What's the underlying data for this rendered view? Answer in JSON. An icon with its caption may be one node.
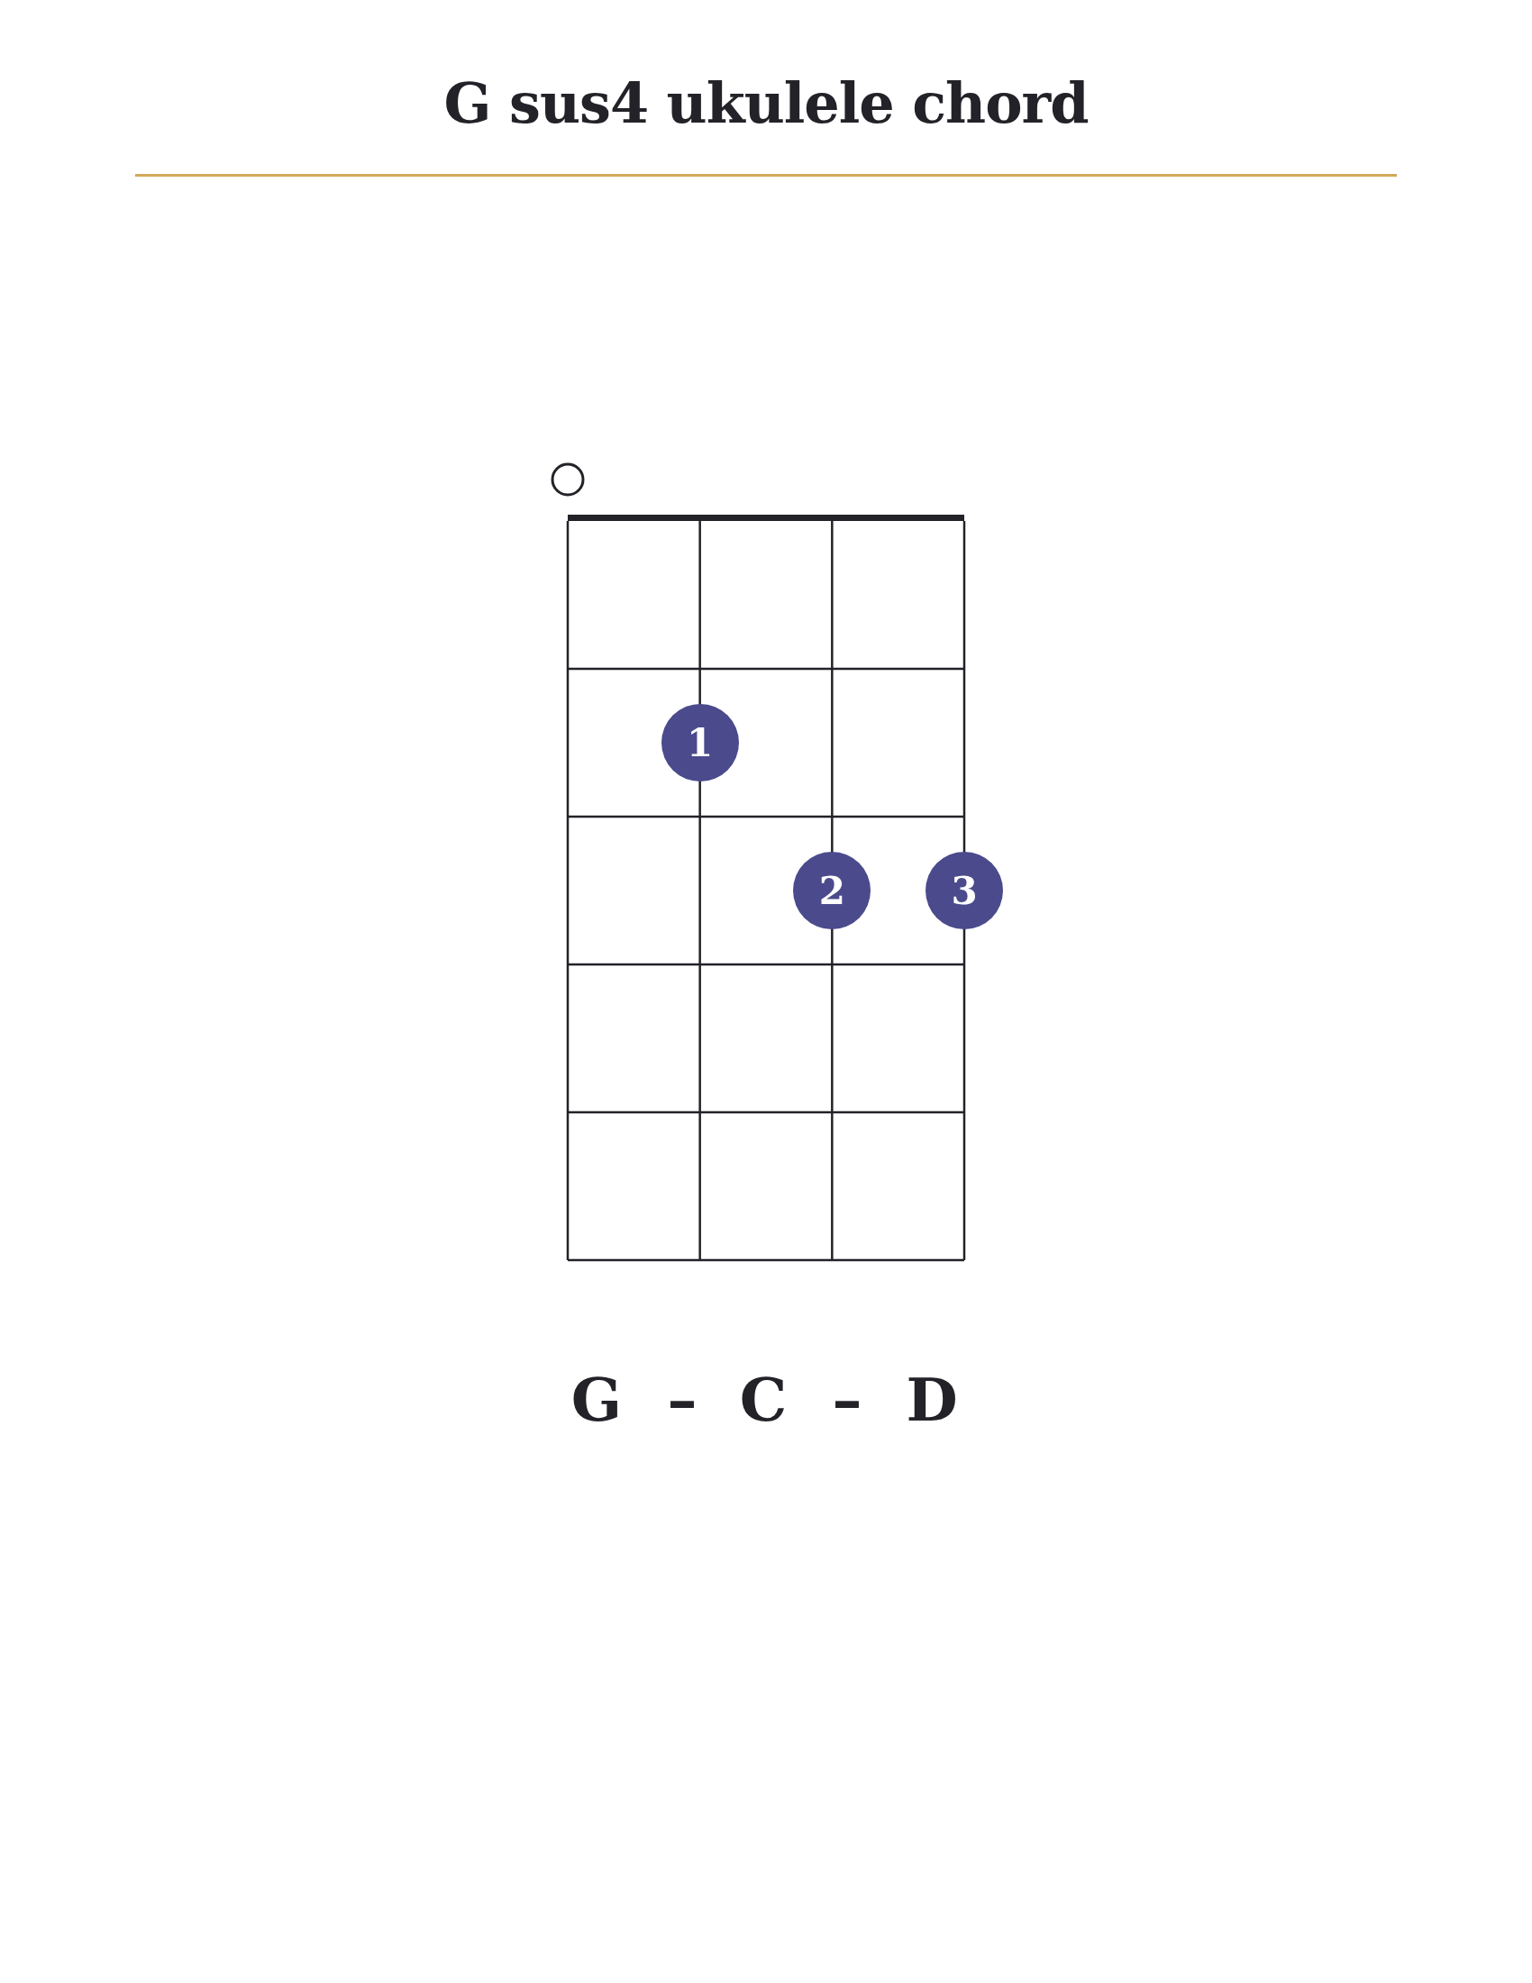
{
  "diagram": {
    "title": "G sus4 ukulele chord",
    "nodes": [
      {
        "text": [
          "1"
        ]
      },
      {
        "text": [
          "2"
        ]
      },
      {
        "text": [
          "3"
        ]
      }
    ],
    "labels": [
      "G",
      "–",
      "C",
      "–",
      "D"
    ]
  }
}
